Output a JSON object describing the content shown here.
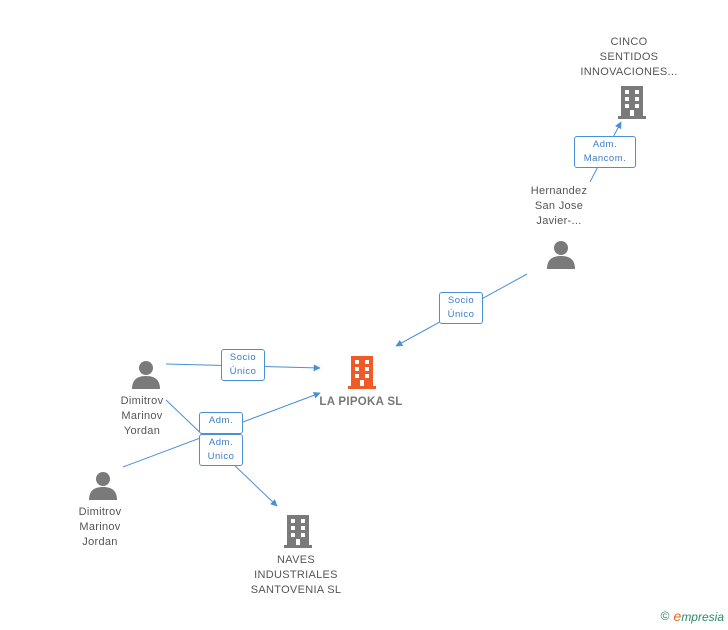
{
  "colors": {
    "edge": "#4a90d9",
    "person": "#7a7a7a",
    "company": "#7a7a7a",
    "focus_company": "#f05a28"
  },
  "nodes": {
    "cinco": {
      "lines": [
        "CINCO",
        "SENTIDOS",
        "INNOVACIONES..."
      ]
    },
    "hernandez": {
      "lines": [
        "Hernandez",
        "San Jose",
        "Javier-..."
      ]
    },
    "pipoka": {
      "lines": [
        "LA PIPOKA SL"
      ]
    },
    "yordan": {
      "lines": [
        "Dimitrov",
        "Marinov",
        "Yordan"
      ]
    },
    "jordan": {
      "lines": [
        "Dimitrov",
        "Marinov",
        "Jordan"
      ]
    },
    "naves": {
      "lines": [
        "NAVES",
        "INDUSTRIALES",
        "SANTOVENIA SL"
      ]
    }
  },
  "edges": {
    "adm_mancom": {
      "lines": [
        "Adm.",
        "Mancom."
      ]
    },
    "socio_hernandez": {
      "lines": [
        "Socio",
        "Único"
      ]
    },
    "socio_yordan": {
      "lines": [
        "Socio",
        "Único"
      ]
    },
    "adm_hidden": {
      "lines": [
        "Adm."
      ]
    },
    "adm_unico": {
      "lines": [
        "Adm.",
        "Unico"
      ]
    }
  },
  "footer": {
    "copyright": "©",
    "brand_first": "e",
    "brand_rest": "mpresia"
  }
}
